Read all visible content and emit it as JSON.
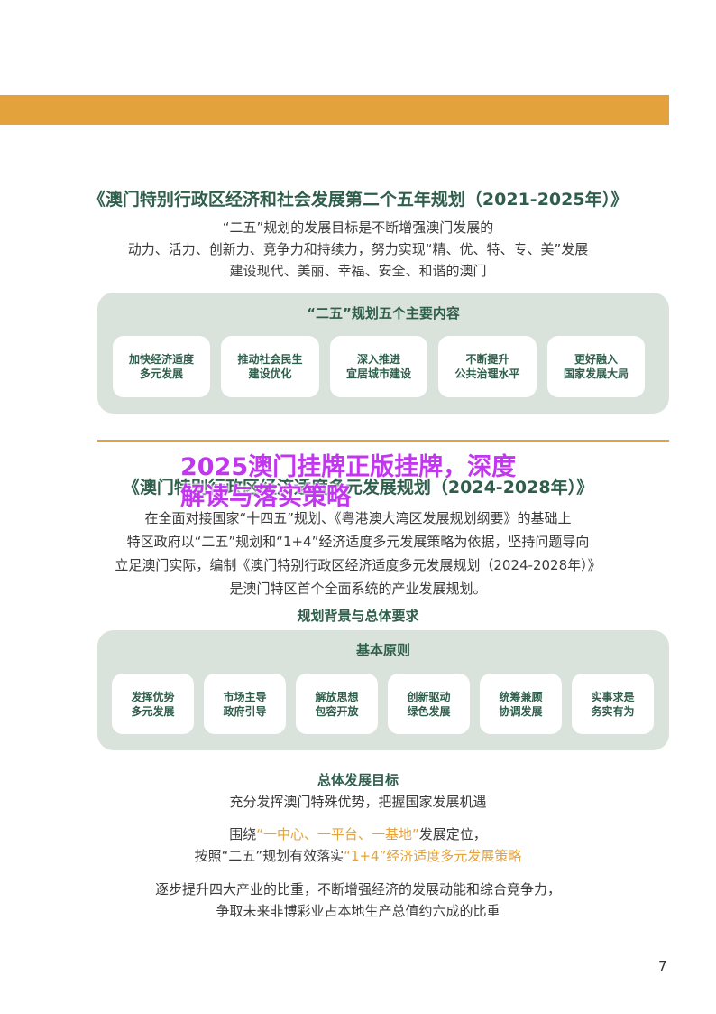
{
  "header_band": {
    "color": "#e3a23c"
  },
  "section1": {
    "title": "《澳门特别行政区经济和社会发展第二个五年规划（2021-2025年）》",
    "intro": [
      "“二五”规划的发展目标是不断增强澳门发展的",
      "动力、活力、创新力、竞争力和持续力，努力实现“精、优、特、专、美”发展",
      "建设现代、美丽、幸福、安全、和谐的澳门"
    ],
    "panel_title": "“二五”规划五个主要内容",
    "cards": [
      [
        "加快经济适度",
        "多元发展"
      ],
      [
        "推动社会民生",
        "建设优化"
      ],
      [
        "深入推进",
        "宜居城市建设"
      ],
      [
        "不断提升",
        "公共治理水平"
      ],
      [
        "更好融入",
        "国家发展大局"
      ]
    ]
  },
  "overlay": {
    "line1": "2025澳门挂牌正版挂牌，深度",
    "line2": "解读与落实策略"
  },
  "section2": {
    "title": "《澳门特别行政区经济适度多元发展规划（2024-2028年）》",
    "intro": [
      "在全面对接国家“十四五”规划、《粤港澳大湾区发展规划纲要》的基础上",
      "特区政府以“二五”规划和“1+4”经济适度多元发展策略为依据，坚持问题导向",
      "立足澳门实际，编制《澳门特别行政区经济适度多元发展规划（2024-2028年）》",
      "是澳门特区首个全面系统的产业发展规划。"
    ],
    "background_heading": "规划背景与总体要求",
    "panel_title": "基本原则",
    "cards": [
      [
        "发挥优势",
        "多元发展"
      ],
      [
        "市场主导",
        "政府引导"
      ],
      [
        "解放思想",
        "包容开放"
      ],
      [
        "创新驱动",
        "绿色发展"
      ],
      [
        "统筹兼顾",
        "协调发展"
      ],
      [
        "实事求是",
        "务实有为"
      ]
    ],
    "goal_heading": "总体发展目标",
    "goal_line": "充分发挥澳门特殊优势，把握国家发展机遇",
    "positioning": {
      "l1_pre": "围绕",
      "l1_hl": "“一中心、一平台、一基地”",
      "l1_post": "发展定位，",
      "l2_pre": "按照“二五”规划有效落实",
      "l2_hl": "“1+4”经济适度多元发展策略"
    },
    "closing": [
      "逐步提升四大产业的比重，不断增强经济的发展动能和综合竞争力，",
      "争取未来非博彩业占本地生产总值约六成的比重"
    ]
  },
  "page_number": "7"
}
